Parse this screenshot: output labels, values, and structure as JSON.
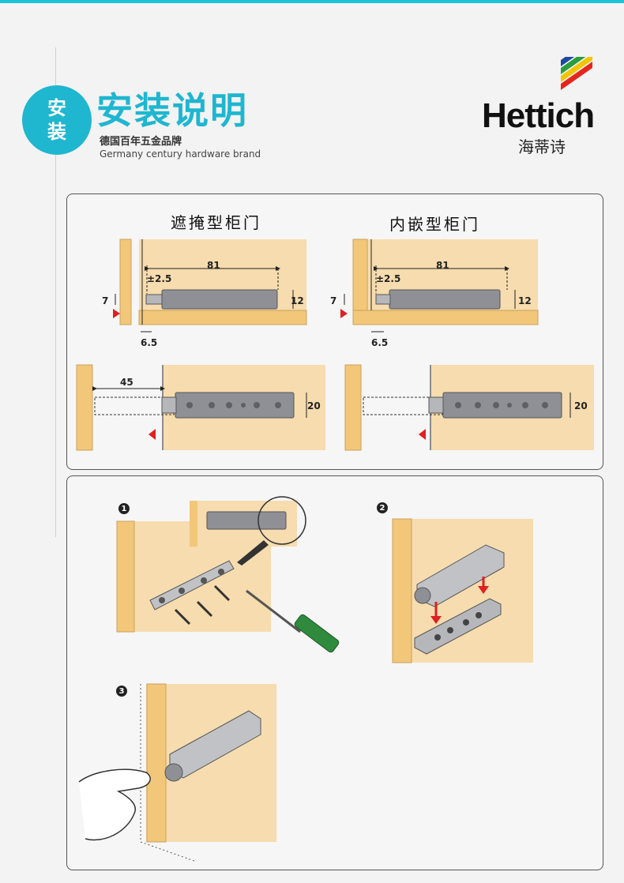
{
  "header": {
    "badge_line1": "安",
    "badge_line2": "装",
    "title": "安装说明",
    "subtitle_cn": "德国百年五金品牌",
    "subtitle_en": "Germany century hardware brand"
  },
  "brand": {
    "name": "Hettich",
    "name_cn": "海蒂诗",
    "stripe_colors": [
      "#1b4aa0",
      "#2a9d3f",
      "#f2c500",
      "#e4261c"
    ]
  },
  "diagram": {
    "overlay_label": "遮掩型柜门",
    "inset_label": "内嵌型柜门",
    "dims": {
      "length": "81",
      "gap": "±2.5",
      "offset": "7",
      "height": "12",
      "setback": "6.5",
      "travel": "45",
      "depth": "20"
    }
  },
  "steps": {
    "s1": "1",
    "s2": "2",
    "s3": "3"
  },
  "colors": {
    "accent": "#1fb6d0",
    "wood": "#f2c77a",
    "wood_light": "#f6dcae",
    "device": "#8e9096",
    "arrow": "#e02020"
  }
}
